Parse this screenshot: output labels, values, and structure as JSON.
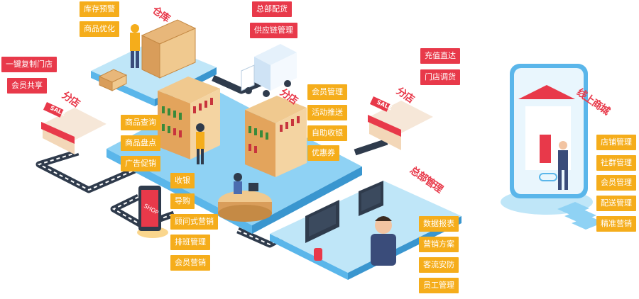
{
  "colors": {
    "accent_red": "#e8394a",
    "accent_yellow": "#f5ad1b",
    "platform_blue": "#5ab6ea",
    "platform_top": "#bfe6f8",
    "path_dark": "#2f3b4c"
  },
  "labels": {
    "top_left": [
      "库存预警",
      "商品优化"
    ],
    "left_store": [
      "一键复制门店",
      "会员共享"
    ],
    "top_center": [
      "总部配货",
      "供应链管理"
    ],
    "right_store": [
      "充值直达",
      "门店调货"
    ],
    "center_right": [
      "会员管理",
      "活动推送",
      "自助收银",
      "优惠券"
    ],
    "center_left": [
      "商品查询",
      "商品盘点",
      "广告促销"
    ],
    "lower_center": [
      "收银",
      "导购",
      "顾问式营销",
      "排班管理",
      "会员营销"
    ],
    "lower_right": [
      "数据报表",
      "营销方案",
      "客流安防",
      "员工管理"
    ],
    "far_right": [
      "店铺管理",
      "社群管理",
      "会员管理",
      "配送管理",
      "精准营销"
    ]
  },
  "signs": {
    "warehouse": "仓库",
    "left_store": "分店",
    "shelves": "分店",
    "right_store": "分店",
    "office": "总部管理",
    "mobile": "线上商城",
    "store_sale": "SALE",
    "kiosk": "SHOP"
  }
}
